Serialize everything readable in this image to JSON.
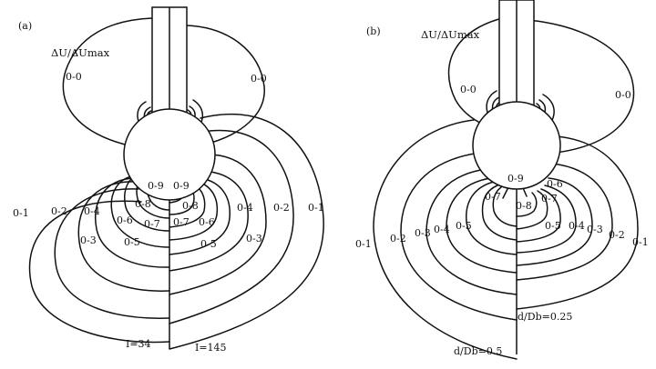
{
  "figure": {
    "panels": [
      {
        "id": "a",
        "panel_label": "(a)",
        "quantity_label": "ΔU/ΔUmax",
        "left_annotation": "I=34",
        "right_annotation": "I=145",
        "labels_top": [
          "0-0",
          "0-0"
        ],
        "labels_left": [
          "0-1",
          "0-2",
          "0-3",
          "0-4",
          "0-5",
          "0-6",
          "0-7",
          "0-8",
          "0-9"
        ],
        "labels_right": [
          "0-1",
          "0-2",
          "0-3",
          "0-4",
          "0-5",
          "0-6",
          "0-7",
          "0-8",
          "0-9"
        ]
      },
      {
        "id": "b",
        "panel_label": "(b)",
        "quantity_label": "ΔU/ΔUmax",
        "left_annotation": "d/Db=0.5",
        "right_annotation": "d/Db=0.25",
        "labels_top": [
          "0-0",
          "0-0"
        ],
        "labels_left": [
          "0-1",
          "0-2",
          "0-3",
          "0-4",
          "0-5",
          "0-7",
          "0-8",
          "0-9"
        ],
        "labels_right": [
          "0-1",
          "0-2",
          "0-3",
          "0-4",
          "0-5",
          "0-6",
          "0-7"
        ]
      }
    ]
  }
}
